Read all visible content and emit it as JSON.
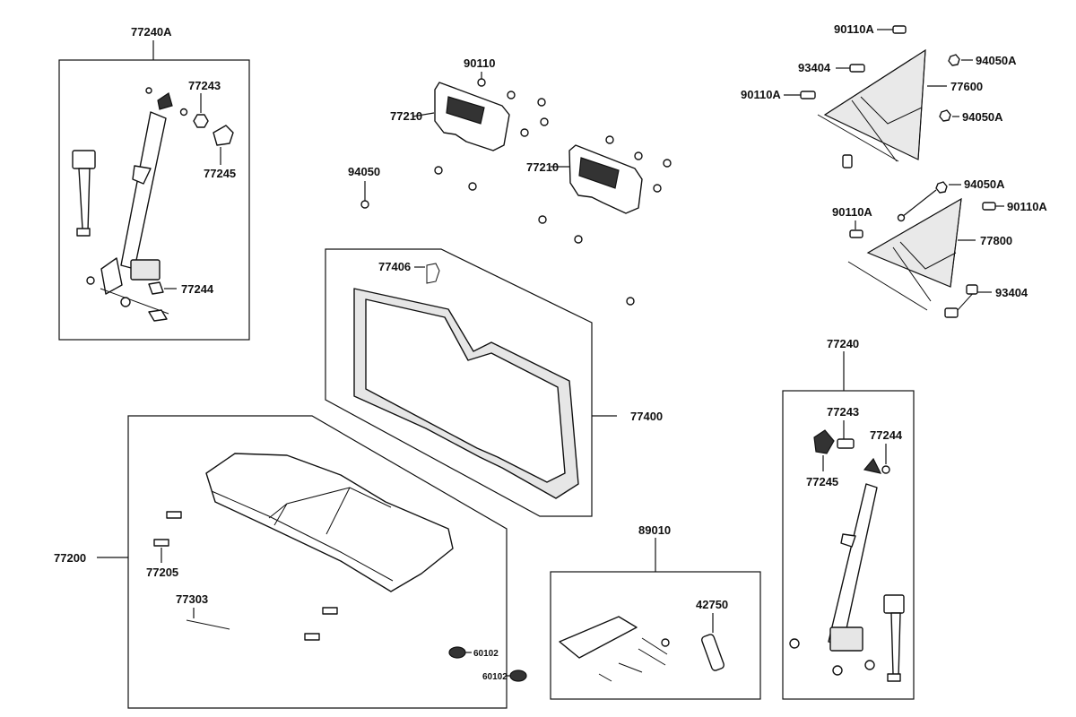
{
  "labels": {
    "belt_left_assy": "77240A",
    "belt_right_assy": "77240",
    "anchor_bolt_left": "77243",
    "anchor_cover_left": "77245",
    "collar_left": "77244",
    "anchor_bolt_right": "77243",
    "collar_right": "77244",
    "anchor_cover_right": "77245",
    "screw_90110": "90110",
    "headrest_1": "77210",
    "headrest_2": "77210",
    "nut_94050": "94050",
    "bolt_90110a_1": "90110A",
    "bolt_90110a_2": "90110A",
    "bolt_90110a_3": "90110A",
    "bolt_90110a_4": "90110A",
    "bolt_93404_1": "93404",
    "bolt_93404_2": "93404",
    "nut_94050a_1": "94050A",
    "nut_94050a_2": "94050A",
    "nut_94050a_3": "94050A",
    "net_77600": "77600",
    "net_77800": "77800",
    "clip_77406": "77406",
    "frame_77400": "77400",
    "seat_77200": "77200",
    "clip_77205": "77205",
    "band_77303": "77303",
    "toolkit_89010": "89010",
    "spark_wrench_42750": "42750",
    "damper_60102_1": "60102",
    "damper_60102_2": "60102"
  }
}
